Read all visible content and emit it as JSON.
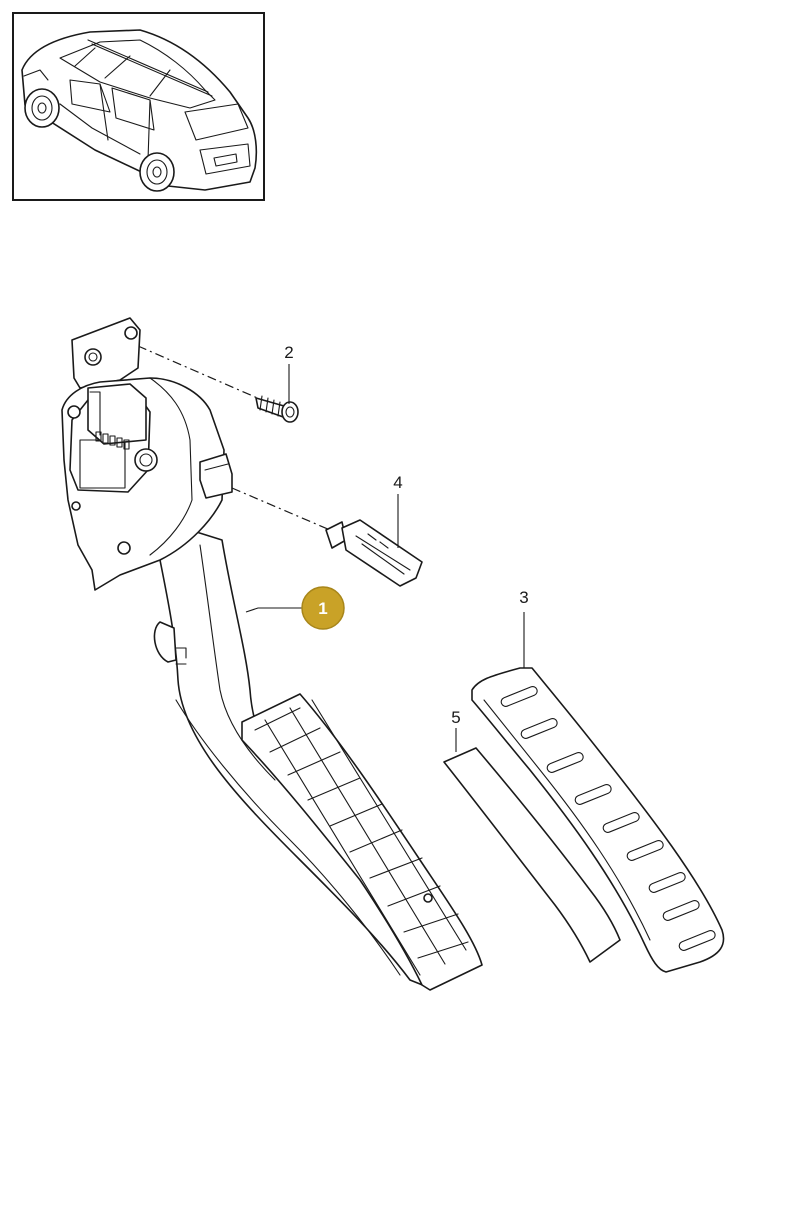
{
  "diagram": {
    "callouts": [
      {
        "id": "1",
        "label": "1",
        "highlighted": true
      },
      {
        "id": "2",
        "label": "2",
        "highlighted": false
      },
      {
        "id": "3",
        "label": "3",
        "highlighted": false
      },
      {
        "id": "4",
        "label": "4",
        "highlighted": false
      },
      {
        "id": "5",
        "label": "5",
        "highlighted": false
      }
    ],
    "highlight_color": "#c9a227",
    "highlight_stroke": "#a8861a"
  }
}
